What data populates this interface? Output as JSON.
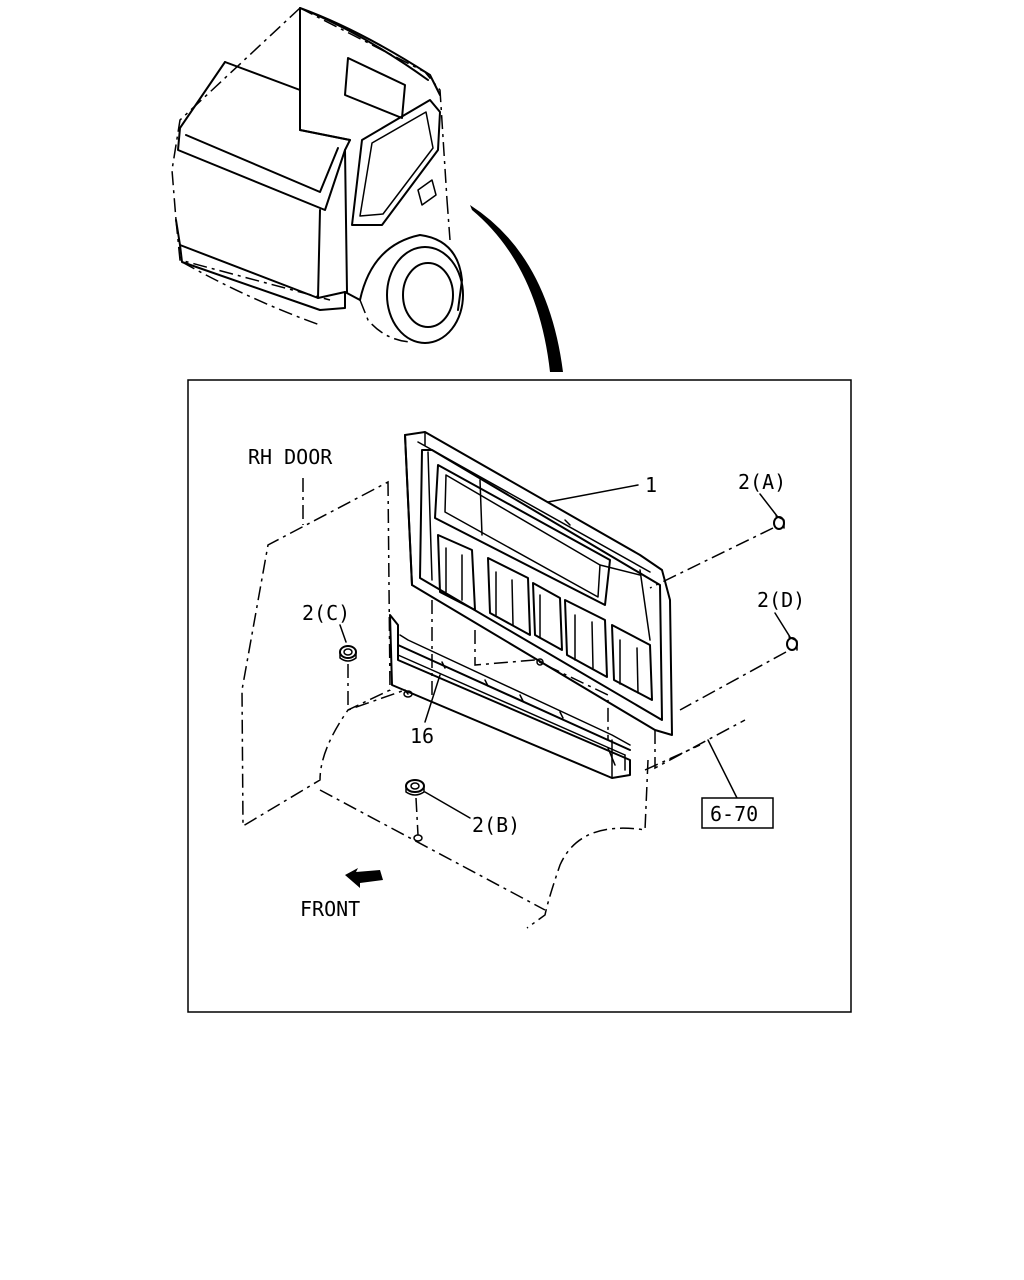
{
  "labels": {
    "rh_door": "RH DOOR",
    "front": "FRONT",
    "part_1": "1",
    "part_16": "16",
    "part_2a": "2(A)",
    "part_2b": "2(B)",
    "part_2c": "2(C)",
    "part_2d": "2(D)",
    "ref_box": "6-70"
  }
}
